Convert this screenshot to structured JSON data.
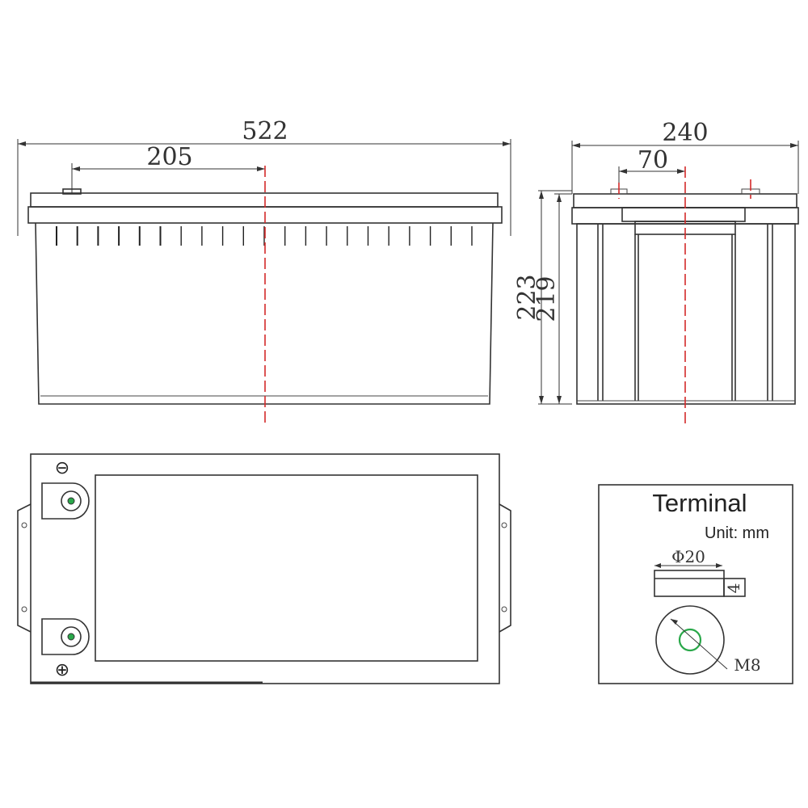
{
  "front_view": {
    "overall_length": "522",
    "terminal_spacing": "205"
  },
  "side_view": {
    "overall_width": "240",
    "terminal_offset": "70",
    "total_height": "223",
    "case_height": "219"
  },
  "top_view": {
    "negative_symbol": "⊖",
    "positive_symbol": "⊕"
  },
  "terminal_detail": {
    "title": "Terminal",
    "unit": "Unit: mm",
    "diameter": "Φ20",
    "thickness": "4",
    "thread": "M8"
  },
  "colors": {
    "line": "#333333",
    "centerline": "#d42a2a",
    "terminal_core": "#2aa84a"
  }
}
